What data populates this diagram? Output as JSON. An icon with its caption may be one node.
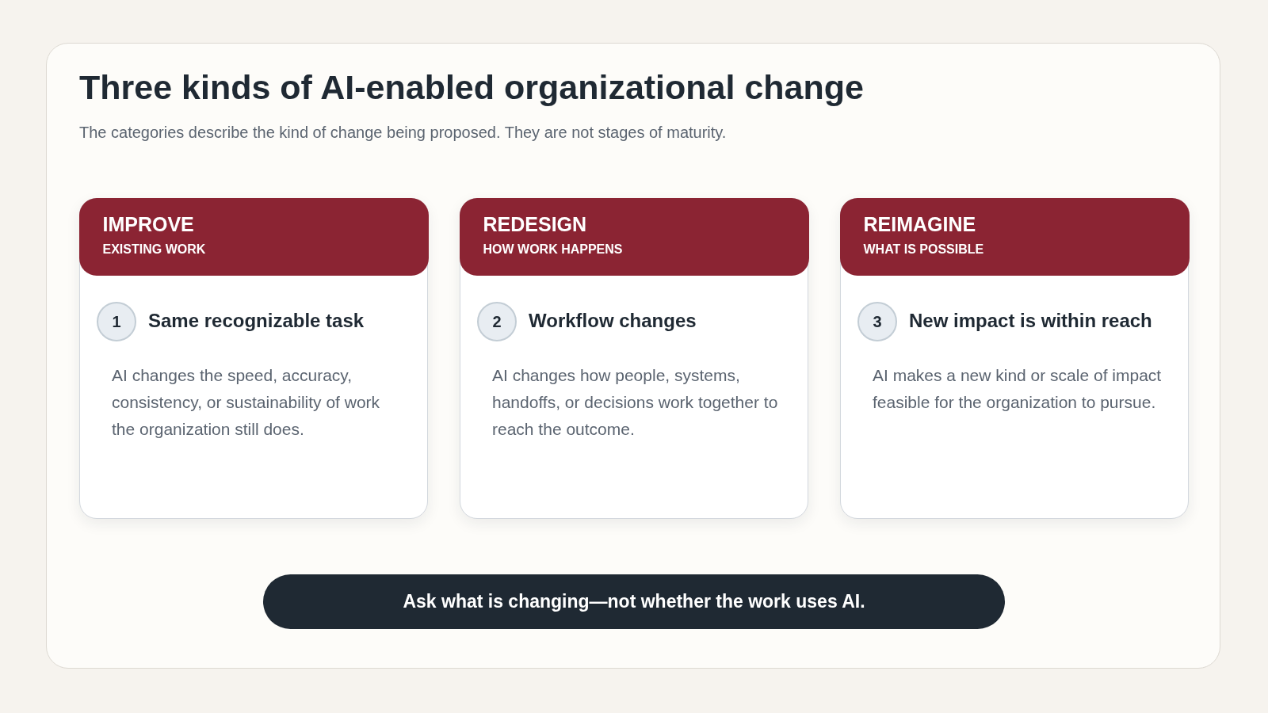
{
  "diagram": {
    "title": "Three kinds of AI-enabled organizational change",
    "nodes": [
      {
        "text": [
          "Same recognizable task",
          "AI changes the speed, accuracy, consistency, or sustainability of work the organization still does."
        ]
      },
      {
        "text": [
          "IMPROVE",
          "EXISTING WORK"
        ],
        "in": 0
      },
      {
        "text": [
          "1"
        ],
        "in": 0
      },
      {
        "text": [
          "Workflow changes",
          "AI changes how people, systems, handoffs, or decisions work together to reach the outcome."
        ]
      },
      {
        "text": [
          "REDESIGN",
          "HOW WORK HAPPENS"
        ],
        "in": 3
      },
      {
        "text": [
          "2"
        ],
        "in": 3
      },
      {
        "text": [
          "New impact is within reach",
          "AI makes a new kind or scale of impact feasible for the organization to pursue."
        ]
      },
      {
        "text": [
          "REIMAGINE",
          "WHAT IS POSSIBLE"
        ],
        "in": 6
      },
      {
        "text": [
          "3"
        ],
        "in": 6
      },
      {
        "text": [
          "Ask what is changing—not whether the work uses AI."
        ]
      }
    ],
    "labels": [
      "The categories describe the kind of change being proposed. They are not stages of maturity."
    ]
  }
}
